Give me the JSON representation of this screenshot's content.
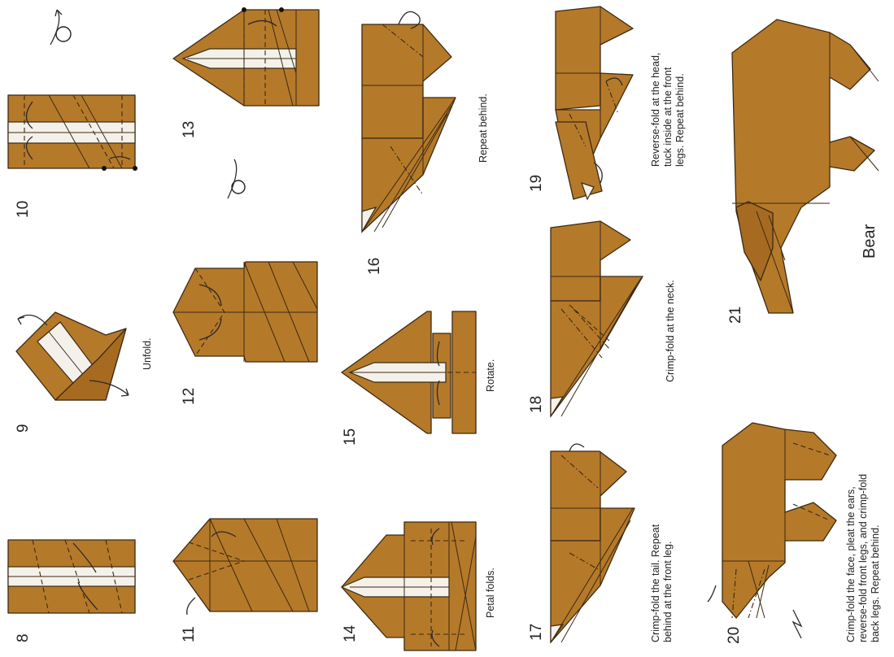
{
  "steps": [
    {
      "num": "8"
    },
    {
      "num": "9",
      "caption": [
        "Unfold."
      ]
    },
    {
      "num": "10"
    },
    {
      "num": "11"
    },
    {
      "num": "12"
    },
    {
      "num": "13"
    },
    {
      "num": "14",
      "caption": [
        "Petal folds."
      ]
    },
    {
      "num": "15",
      "caption": [
        "Rotate."
      ]
    },
    {
      "num": "16",
      "caption": [
        "Repeat behind."
      ]
    },
    {
      "num": "17",
      "caption": [
        "Crimp-fold the tail. Repeat",
        "behind at the front leg."
      ]
    },
    {
      "num": "18",
      "caption": [
        "Crimp-fold at the neck."
      ]
    },
    {
      "num": "19",
      "caption": [
        "Reverse-fold at the head,",
        "tuck inside at the front",
        "legs. Repeat behind."
      ]
    },
    {
      "num": "20",
      "caption": [
        "Crimp-fold the face, pleat the ears,",
        "reverse-fold front legs, and crimp-fold",
        "back legs. Repeat behind."
      ]
    },
    {
      "num": "21"
    }
  ],
  "title": "Bear",
  "colors": {
    "paper": "#b5792a",
    "paper_white": "#f4f1ea",
    "line": "#3b2a12"
  }
}
